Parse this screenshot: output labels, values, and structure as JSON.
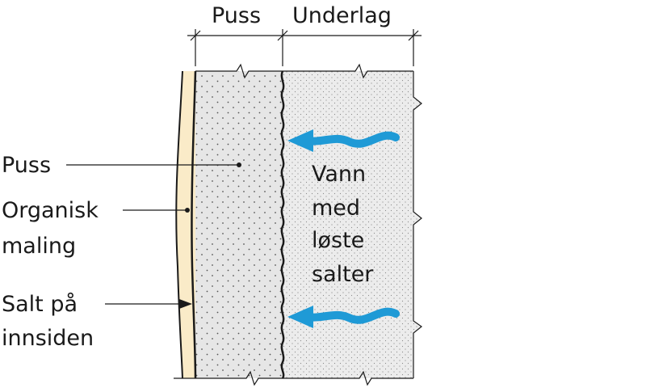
{
  "dimension_labels": {
    "puss": "Puss",
    "underlag": "Underlag"
  },
  "left_labels": {
    "puss": "Puss",
    "organisk_line1": "Organisk",
    "organisk_line2": "maling",
    "salt_line1": "Salt på",
    "salt_line2": "innsiden"
  },
  "flow_label": {
    "line1": "Vann",
    "line2": "med",
    "line3": "løste",
    "line4": "salter"
  },
  "colors": {
    "plaster_fill": "#e6e6e6",
    "substrate_fill": "#ececec",
    "paint_fill": "#faebc8",
    "arrow": "#1f9ad6",
    "line": "#1a1a1a"
  }
}
